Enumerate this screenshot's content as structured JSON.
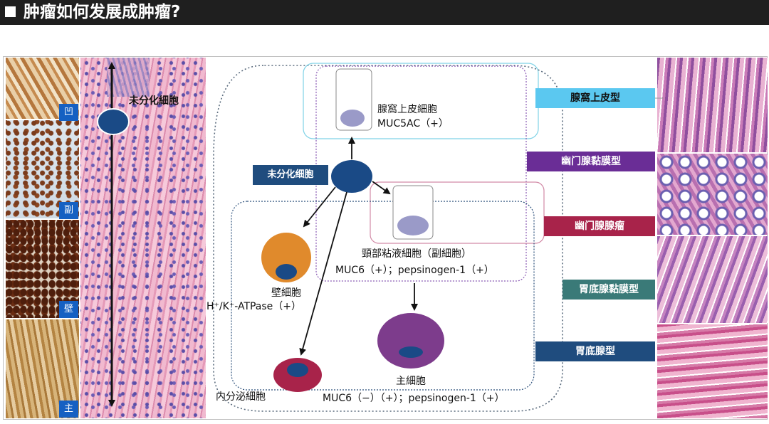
{
  "header": {
    "title": "肿瘤如何发展成肿瘤?"
  },
  "left_stains": [
    {
      "label": "凹"
    },
    {
      "label": "副"
    },
    {
      "label": "壁"
    },
    {
      "label": "主"
    }
  ],
  "left_micro_label": "未分化細胞",
  "cells": {
    "undifferentiated": "未分化细胞",
    "foveolar_name": "腺窩上皮細胞",
    "foveolar_marker": "MUC5AC（+）",
    "mucous_neck_name": "頸部粘液細胞（副細胞）",
    "mucous_neck_marker": "MUC6（+）；pepsinogen-1（+）",
    "parietal_name": "壁細胞",
    "parietal_marker": "H⁺/K⁺-ATPase（+）",
    "endocrine_name": "内分泌細胞",
    "chief_name": "主細胞",
    "chief_marker": "MUC6（−）（+）；pepsinogen-1（+）"
  },
  "tumor_types": [
    {
      "label": "腺窩上皮型",
      "color": "#5bc8f0",
      "text_color": "#111111"
    },
    {
      "label": "幽门腺黏膜型",
      "color": "#6a2d96",
      "text_color": "#ffffff"
    },
    {
      "label": "幽门腺腺瘤",
      "color": "#a8234a",
      "text_color": "#ffffff"
    },
    {
      "label": "胃底腺黏膜型",
      "color": "#3a7a78",
      "text_color": "#ffffff"
    },
    {
      "label": "胃底腺型",
      "color": "#1f4c7e",
      "text_color": "#ffffff"
    }
  ],
  "colors": {
    "header_bg": "#1f1f1f",
    "undiff_cell": "#1a4a86",
    "parietal": "#e08a2c",
    "chief": "#7d3c8c",
    "endocrine": "#a8234a",
    "cell_nucleus_small": "#1a4a86",
    "foveolar_cell": "#9a9ac8"
  }
}
